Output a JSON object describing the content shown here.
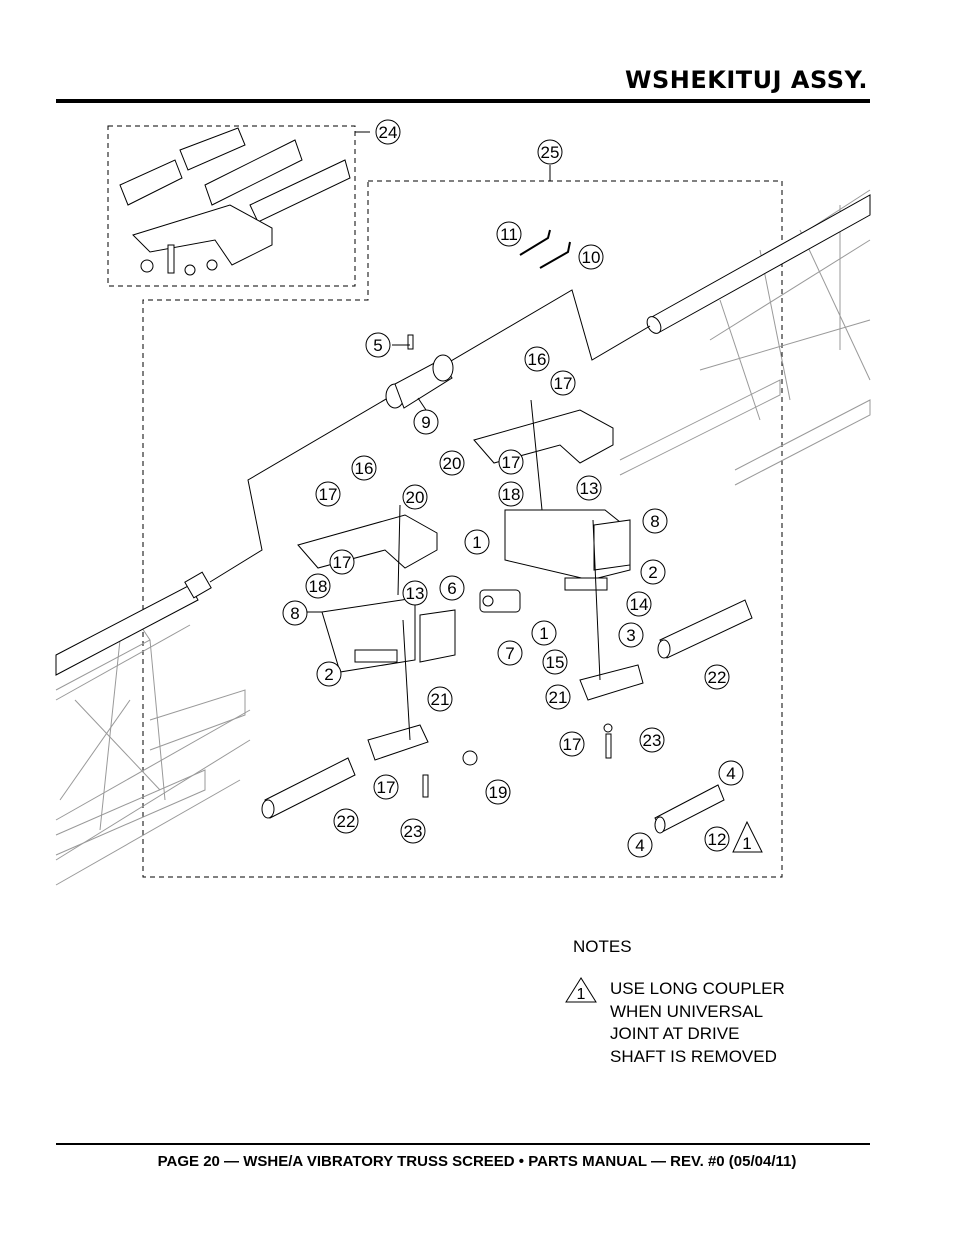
{
  "header": {
    "title": "WSHEKITUJ ASSY."
  },
  "footer": {
    "text": "PAGE 20 — WSHE/A VIBRATORY TRUSS SCREED • PARTS MANUAL — REV. #0 (05/04/11)"
  },
  "diagram": {
    "callouts": [
      "24",
      "25",
      "11",
      "10",
      "5",
      "16",
      "17",
      "9",
      "20",
      "17",
      "18",
      "13",
      "16",
      "8",
      "17",
      "20",
      "1",
      "2",
      "17",
      "6",
      "18",
      "13",
      "14",
      "8",
      "1",
      "3",
      "7",
      "15",
      "22",
      "2",
      "21",
      "21",
      "17",
      "23",
      "19",
      "17",
      "4",
      "22",
      "23",
      "4",
      "12"
    ],
    "note_marker": "1"
  },
  "notes": {
    "title": "NOTES",
    "marker": "1",
    "lines": [
      "USE LONG COUPLER",
      "WHEN UNIVERSAL",
      "JOINT AT DRIVE",
      "SHAFT IS REMOVED"
    ]
  }
}
